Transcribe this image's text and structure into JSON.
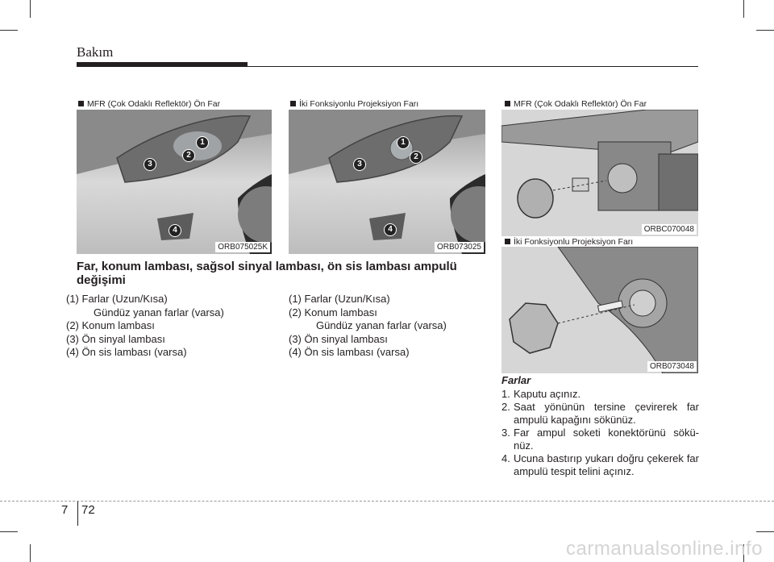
{
  "header": {
    "section": "Bakım"
  },
  "figures": [
    {
      "caption": "MFR (Çok Odaklı Reflektör) Ön Far",
      "code": "ORB075025K",
      "labels": [
        "1",
        "2",
        "3",
        "4"
      ]
    },
    {
      "caption": "İki Fonksiyonlu Projeksiyon Farı",
      "code": "ORB073025",
      "labels": [
        "1",
        "2",
        "3",
        "4"
      ]
    },
    {
      "caption": "MFR (Çok Odaklı Reflektör) Ön Far",
      "code": "ORBC070048"
    },
    {
      "caption": "İki Fonksiyonlu Projeksiyon Farı",
      "code": "ORB073048"
    }
  ],
  "main": {
    "heading_line1": "Far, konum lambası, sağsol sinyal lambası, ön sis lambası ampulü",
    "heading_line2": "değişimi",
    "list_left": [
      "(1) Farlar (Uzun/Kısa)",
      "Gündüz yanan farlar (varsa)",
      "(2) Konum lambası",
      "(3) Ön sinyal lambası",
      "(4) Ön sis lambası (varsa)"
    ],
    "list_right": [
      "(1) Farlar (Uzun/Kısa)",
      "(2) Konum lambası",
      "Gündüz yanan farlar (varsa)",
      "(3) Ön sinyal lambası",
      "(4) Ön sis lambası (varsa)"
    ]
  },
  "procedure": {
    "title": "Farlar",
    "steps": [
      {
        "n": "1.",
        "text": "Kaputu açınız."
      },
      {
        "n": "2.",
        "text": "Saat yönünün tersine çevirerek far ampulü kapağını sökünüz."
      },
      {
        "n": "3.",
        "text": "Far ampul soketi konektörünü sökü-nüz."
      },
      {
        "n": "4.",
        "text": "Ucuna bastırıp yukarı doğru çekerek far ampulü tespit telini açınız."
      }
    ]
  },
  "footer": {
    "chapter": "7",
    "page": "72"
  },
  "watermark": "carmanualsonline.info"
}
